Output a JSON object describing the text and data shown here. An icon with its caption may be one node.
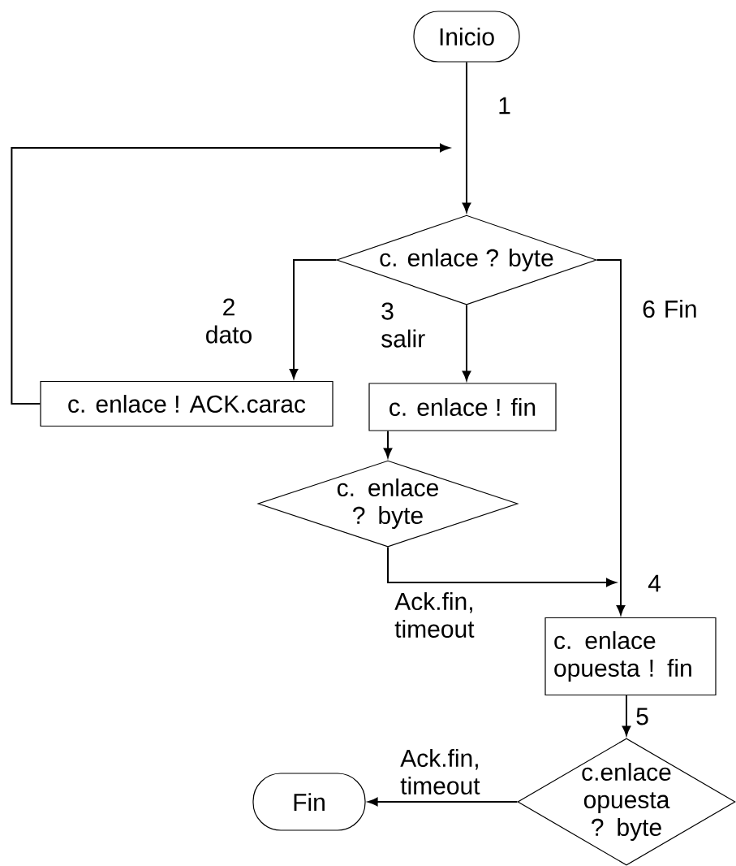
{
  "diagram": {
    "nodes": [
      {
        "text": [
          "Inicio"
        ]
      },
      {
        "text": [
          "c. enlace ? byte"
        ]
      },
      {
        "text": [
          "c. enlace ! ACK.carac"
        ]
      },
      {
        "text": [
          "c. enlace ! fin"
        ]
      },
      {
        "text": [
          "c. enlace ? byte"
        ]
      },
      {
        "text": [
          "c. enlace opuesta ! fin"
        ]
      },
      {
        "text": [
          "c.enlace opuesta ? byte"
        ]
      },
      {
        "text": [
          "Fin"
        ]
      }
    ],
    "edges": [
      {
        "from": 0,
        "to": 1,
        "arrow": "to",
        "label": "1"
      },
      {
        "from": 1,
        "to": 2,
        "arrow": "to",
        "label": "2 dato"
      },
      {
        "from": 2,
        "to": null,
        "arrow": "to"
      },
      {
        "from": 1,
        "to": 3,
        "arrow": "to",
        "label": "3 salir"
      },
      {
        "from": 1,
        "to": 5,
        "arrow": "to",
        "label": "6 Fin"
      },
      {
        "from": 3,
        "to": 4,
        "arrow": "to"
      },
      {
        "from": 4,
        "to": null,
        "arrow": "to",
        "label": "Ack.fin, timeout"
      },
      {
        "from": 5,
        "to": 6,
        "arrow": "to",
        "label": "5"
      },
      {
        "from": 6,
        "to": 7,
        "arrow": "to",
        "label": "Ack.fin, timeout"
      }
    ],
    "labels": [
      "4"
    ]
  }
}
